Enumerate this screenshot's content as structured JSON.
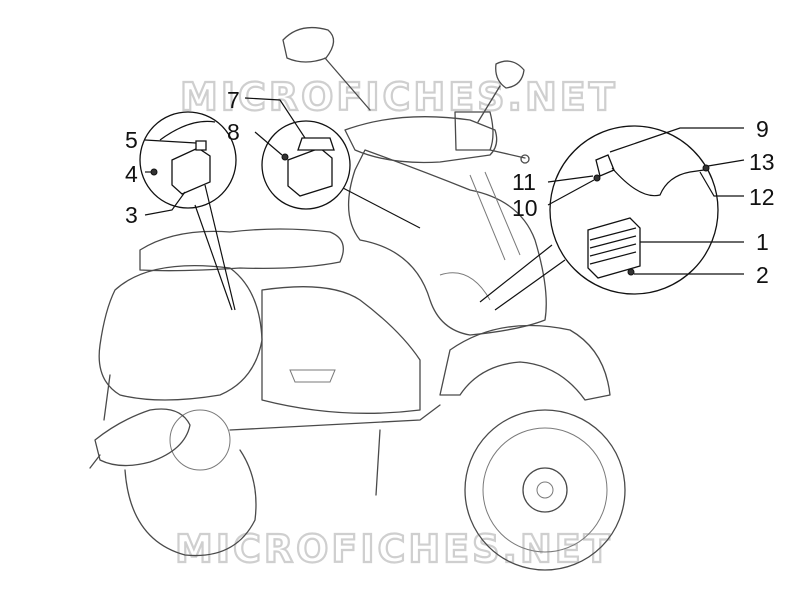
{
  "watermarks": [
    "MICROFICHES.NET",
    "MICROFICHES.NET"
  ],
  "callouts": [
    {
      "id": "c1",
      "label": "1"
    },
    {
      "id": "c2",
      "label": "2"
    },
    {
      "id": "c3",
      "label": "3"
    },
    {
      "id": "c4",
      "label": "4"
    },
    {
      "id": "c5",
      "label": "5"
    },
    {
      "id": "c7",
      "label": "7"
    },
    {
      "id": "c8",
      "label": "8"
    },
    {
      "id": "c9",
      "label": "9"
    },
    {
      "id": "c10",
      "label": "10"
    },
    {
      "id": "c11",
      "label": "11"
    },
    {
      "id": "c12",
      "label": "12"
    },
    {
      "id": "c13",
      "label": "13"
    }
  ]
}
